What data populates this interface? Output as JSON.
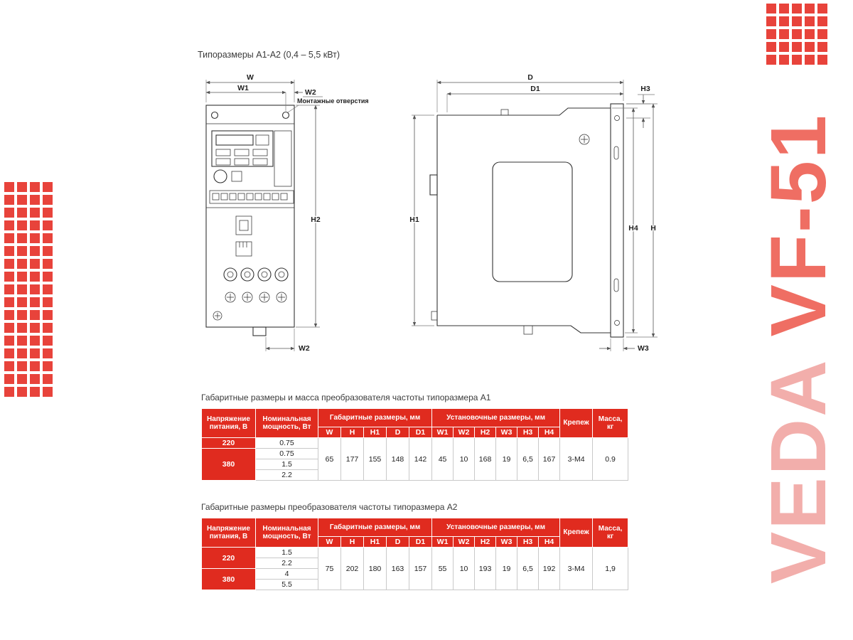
{
  "colors": {
    "table_red": "#e02b1f",
    "decor_red": "#e8433b",
    "brand_pink": "#f2aeab",
    "brand_salmon": "#ef6e63"
  },
  "page_title": "Типоразмеры А1-А2 (0,4 – 5,5 кВт)",
  "brand": {
    "name": "VEDA",
    "model": "VF-51"
  },
  "front_view": {
    "dim_w": "W",
    "dim_w1": "W1",
    "dim_w2_top": "W2",
    "dim_h2": "H2",
    "dim_w2_bottom": "W2",
    "mounting_holes_label": "Монтажные отверстия"
  },
  "side_view": {
    "dim_d": "D",
    "dim_d1": "D1",
    "dim_h3": "H3",
    "dim_h1": "H1",
    "dim_h4": "H4",
    "dim_h": "H",
    "dim_w3": "W3"
  },
  "tables": [
    {
      "title": "Габаритные размеры и масса преобразователя частоты типоразмера А1",
      "col_voltage": "Напряжение питания, В",
      "col_power": "Номинальная мощность, Вт",
      "col_overall": "Габаритные размеры, мм",
      "col_mounting": "Установочные размеры, мм",
      "col_fastener": "Крепеж",
      "col_mass": "Масса, кг",
      "overall_cols": [
        "W",
        "H",
        "H1",
        "D",
        "D1"
      ],
      "mounting_cols": [
        "W1",
        "W2",
        "H2",
        "W3",
        "H3",
        "H4"
      ],
      "groups": [
        {
          "voltage": "220",
          "powers": [
            "0.75"
          ]
        },
        {
          "voltage": "380",
          "powers": [
            "0.75",
            "1.5",
            "2.2"
          ]
        }
      ],
      "overall_values": [
        "65",
        "177",
        "155",
        "148",
        "142"
      ],
      "mounting_values": [
        "45",
        "10",
        "168",
        "19",
        "6,5",
        "167"
      ],
      "fastener": "3-М4",
      "mass": "0.9"
    },
    {
      "title": "Габаритные размеры преобразователя частоты типоразмера А2",
      "col_voltage": "Напряжение питания, В",
      "col_power": "Номинальная мощность, Вт",
      "col_overall": "Габаритные размеры, мм",
      "col_mounting": "Установочные размеры, мм",
      "col_fastener": "Крепеж",
      "col_mass": "Масса, кг",
      "overall_cols": [
        "W",
        "H",
        "H1",
        "D",
        "D1"
      ],
      "mounting_cols": [
        "W1",
        "W2",
        "H2",
        "W3",
        "H3",
        "H4"
      ],
      "groups": [
        {
          "voltage": "220",
          "powers": [
            "1.5",
            "2.2"
          ]
        },
        {
          "voltage": "380",
          "powers": [
            "4",
            "5.5"
          ]
        }
      ],
      "overall_values": [
        "75",
        "202",
        "180",
        "163",
        "157"
      ],
      "mounting_values": [
        "55",
        "10",
        "193",
        "19",
        "6,5",
        "192"
      ],
      "fastener": "3-М4",
      "mass": "1,9"
    }
  ]
}
